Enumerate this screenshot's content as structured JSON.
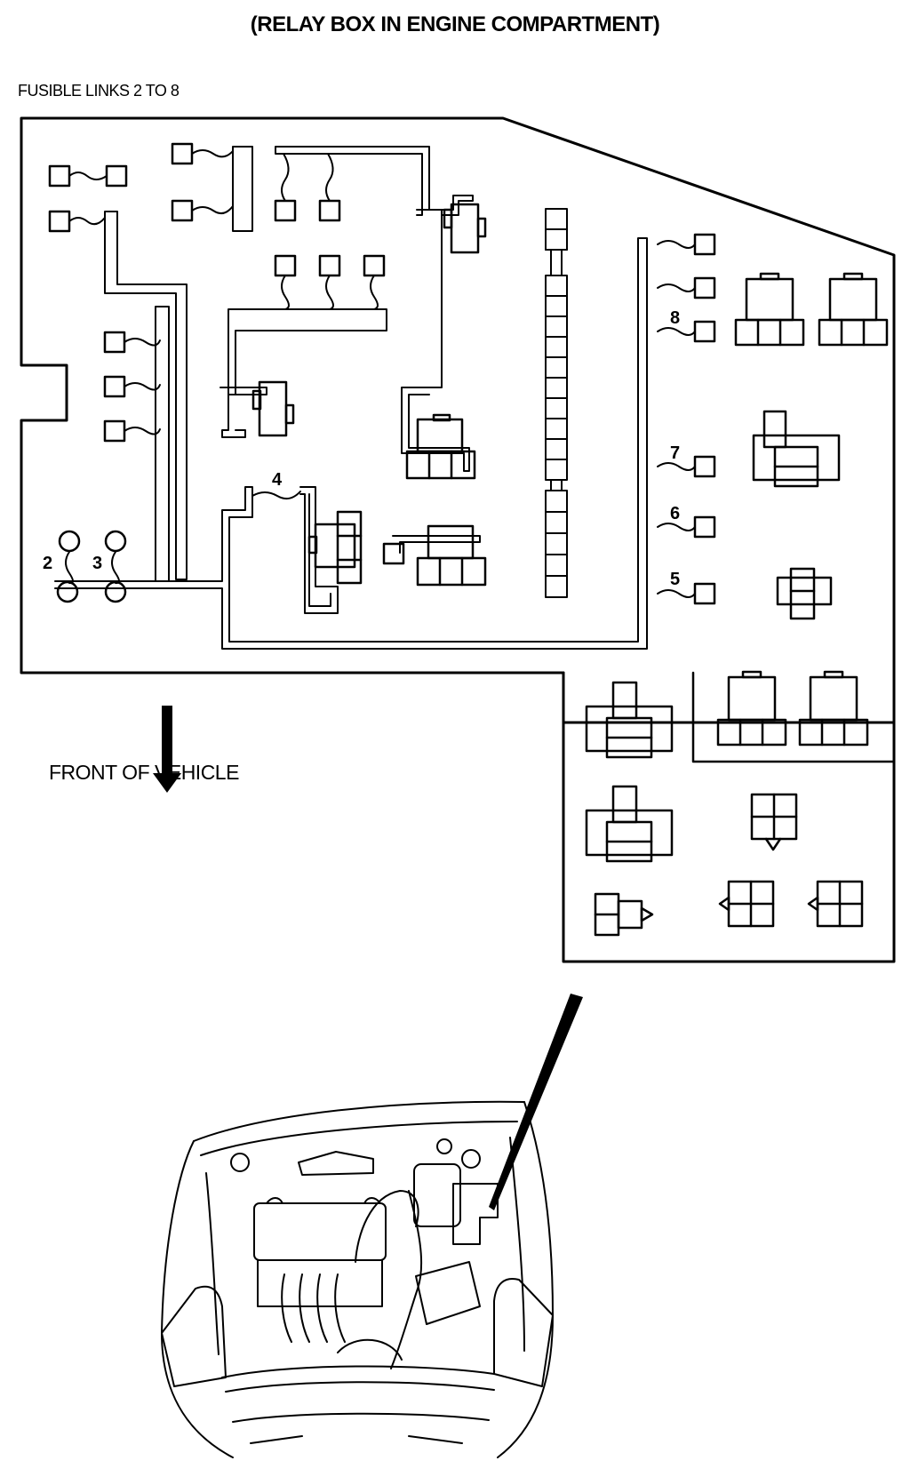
{
  "title": "(RELAY BOX IN ENGINE COMPARTMENT)",
  "fusible_heading": "FUSIBLE LINKS 2 TO 8",
  "front_label": "FRONT OF VEHICLE",
  "fusible_links": [
    {
      "number": "2"
    },
    {
      "number": "3"
    },
    {
      "number": "4"
    },
    {
      "number": "5"
    },
    {
      "number": "6"
    },
    {
      "number": "7"
    },
    {
      "number": "8"
    }
  ],
  "colors": {
    "line": "#000000",
    "background": "#ffffff"
  },
  "icons": [
    "arrow-down-icon",
    "pointer-arrow-icon",
    "vehicle-engine-bay-icon"
  ]
}
